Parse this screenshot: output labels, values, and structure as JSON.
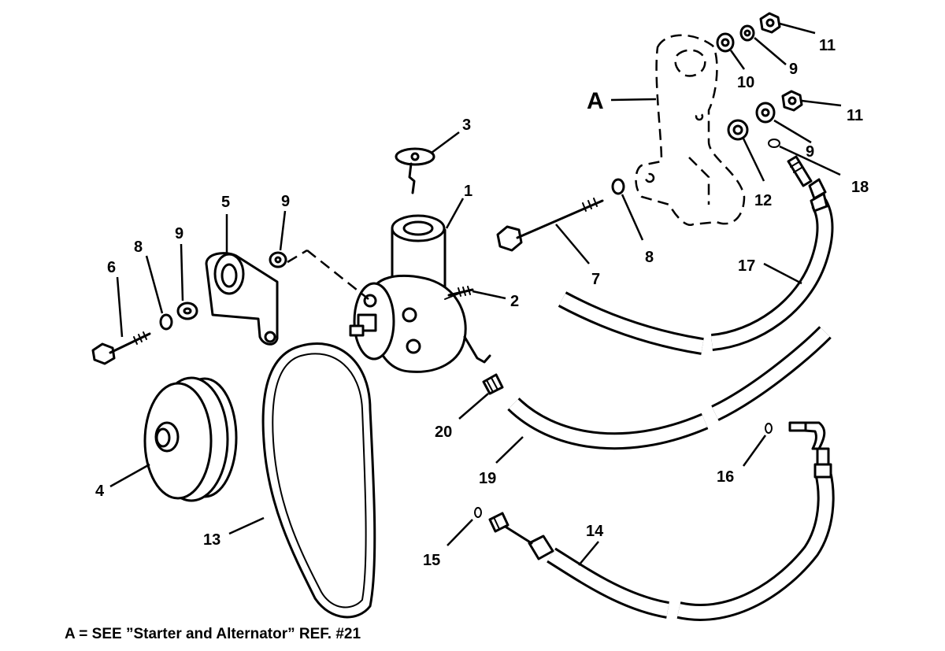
{
  "callouts": {
    "n1": "1",
    "n2": "2",
    "n3": "3",
    "n4": "4",
    "n5": "5",
    "n6": "6",
    "n7": "7",
    "n8a": "8",
    "n8b": "8",
    "n9a": "9",
    "n9b": "9",
    "n9c": "9",
    "n9d": "9",
    "n10": "10",
    "n11a": "11",
    "n11b": "11",
    "n12": "12",
    "n13": "13",
    "n14": "14",
    "n15": "15",
    "n16": "16",
    "n17": "17",
    "n18": "18",
    "n19": "19",
    "n20": "20",
    "nA": "A"
  },
  "footnote": "A = SEE ”Starter and Alternator” REF. #21"
}
